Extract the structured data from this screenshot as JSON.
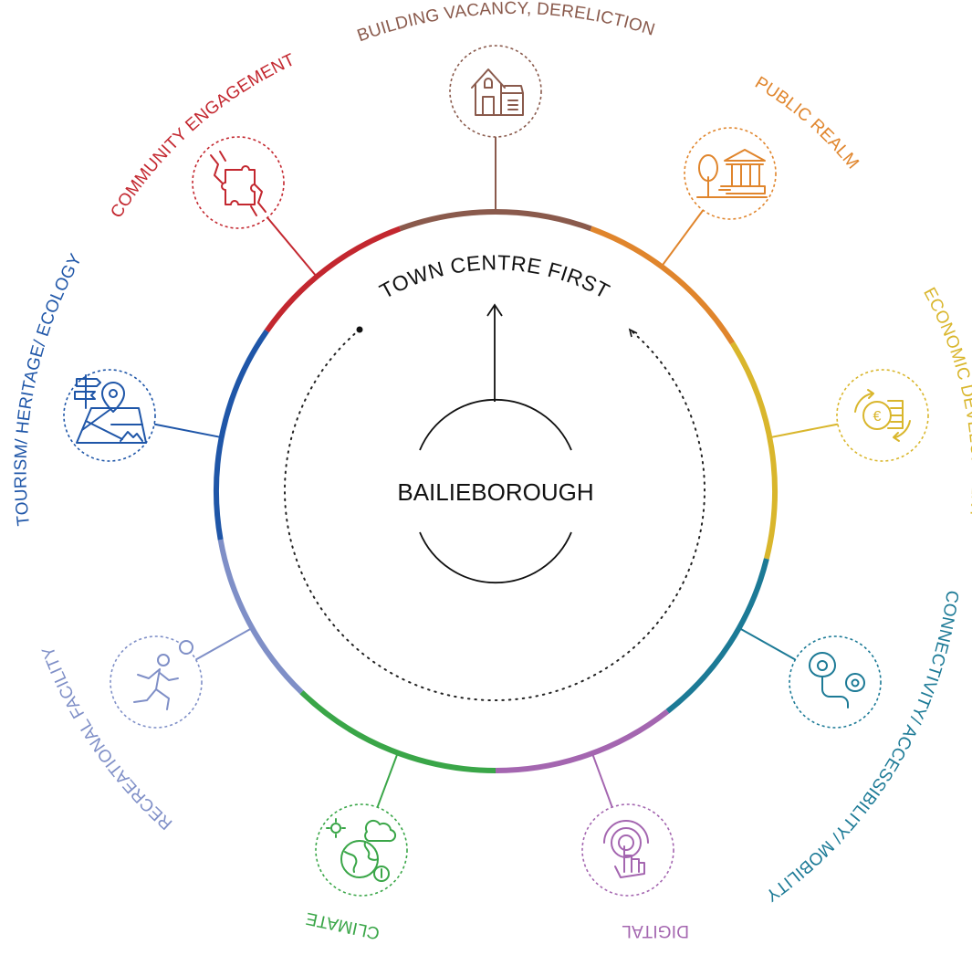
{
  "center": {
    "title": "BAILIEBOROUGH",
    "tagline": "TOWN CENTRE FIRST"
  },
  "themes": [
    {
      "id": "building",
      "label": "BUILDING VACANCY, DERELICTION",
      "color": "#8a5a4c",
      "icon": "building-icon"
    },
    {
      "id": "public",
      "label": "PUBLIC REALM",
      "color": "#e0852c",
      "icon": "public-realm-icon"
    },
    {
      "id": "economic",
      "label": "ECONOMIC DEVELOPMENT",
      "color": "#d9b62c",
      "icon": "coins-icon"
    },
    {
      "id": "connectivity",
      "label": "CONNECTIVITY/ ACCESSIBILITY/ MOBILITY",
      "color": "#1c7a96",
      "icon": "route-icon"
    },
    {
      "id": "digital",
      "label": "DIGITAL",
      "color": "#a466b0",
      "icon": "touch-icon"
    },
    {
      "id": "climate",
      "label": "CLIMATE",
      "color": "#3aa648",
      "icon": "globe-icon"
    },
    {
      "id": "recreation",
      "label": "RECREATIONAL FACILITY",
      "color": "#7f8fc7",
      "icon": "runner-icon"
    },
    {
      "id": "tourism",
      "label": "TOURISM/ HERITAGE/ ECOLOGY",
      "color": "#1f56a8",
      "icon": "map-pin-icon"
    },
    {
      "id": "community",
      "label": "COMMUNITY ENGAGEMENT",
      "color": "#c3272f",
      "icon": "puzzle-hands-icon"
    }
  ]
}
